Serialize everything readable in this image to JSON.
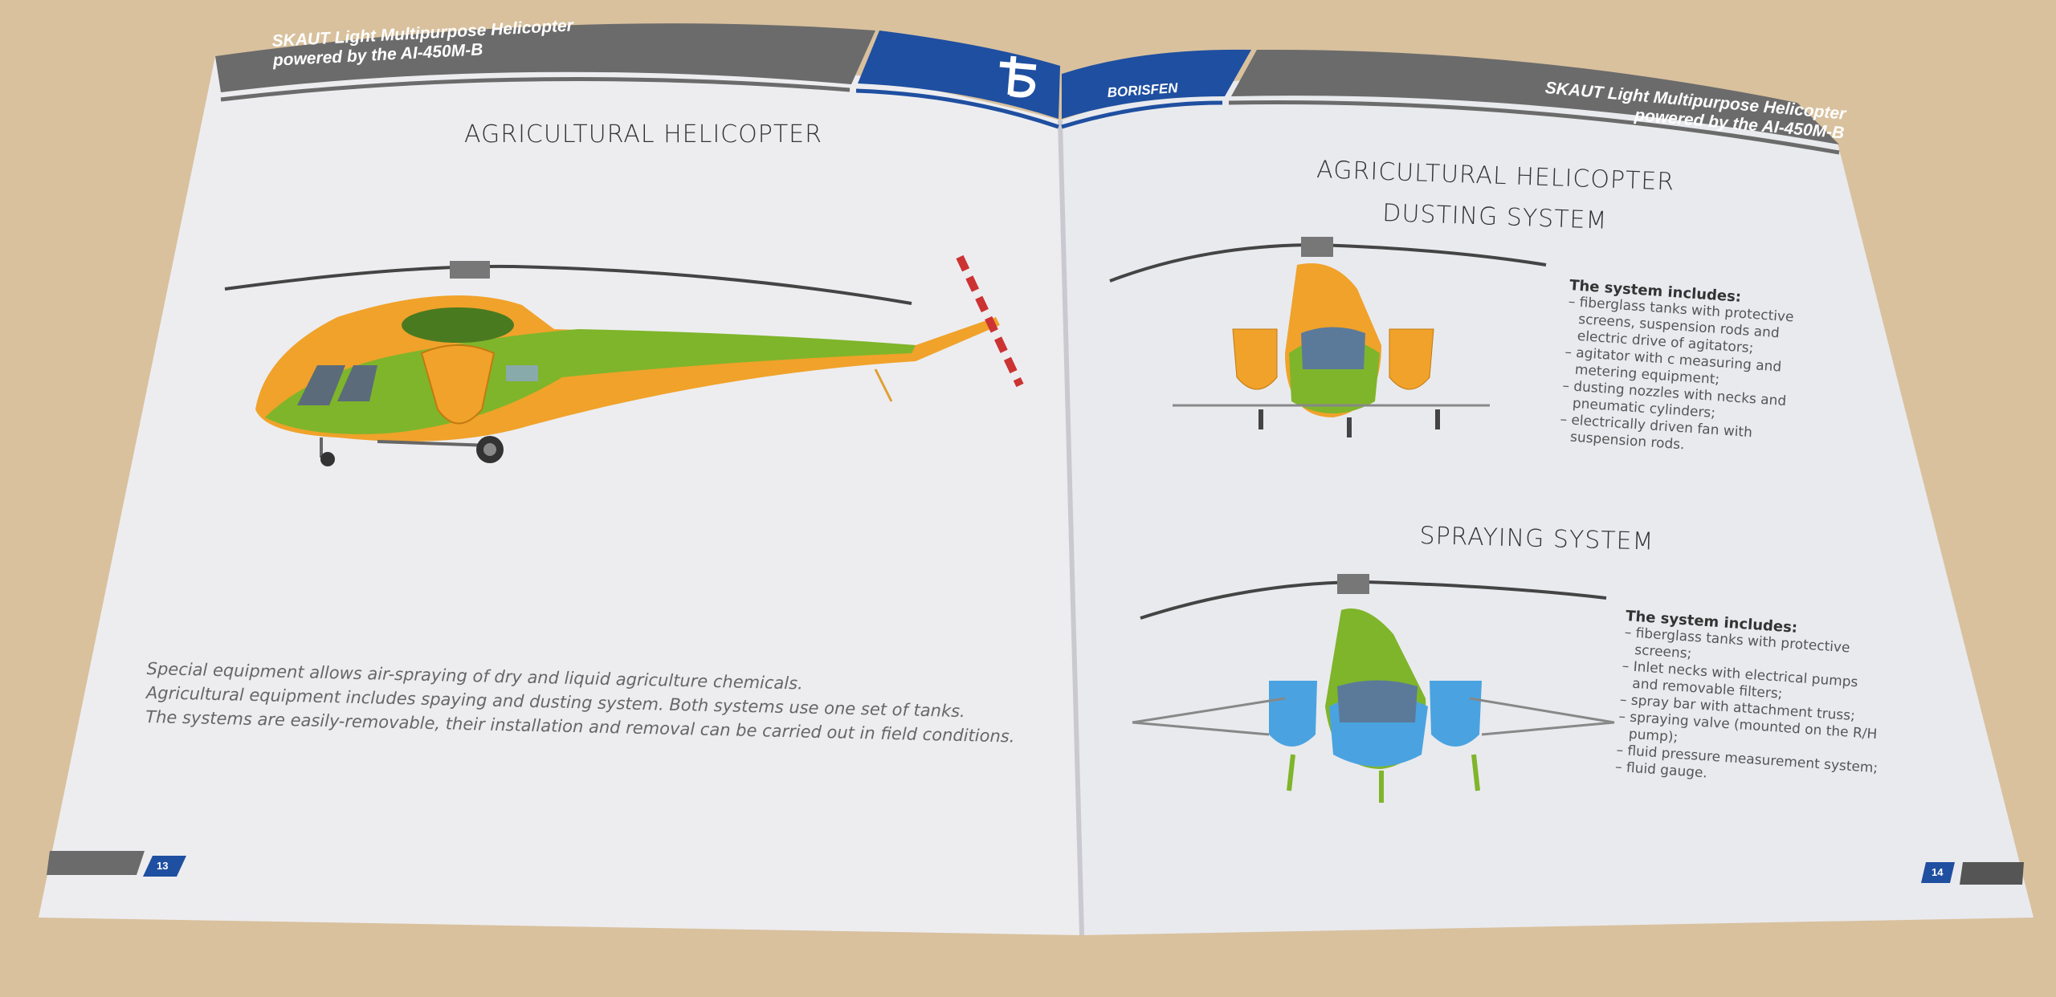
{
  "left_page": {
    "header_line1": "SKAUT Light Multipurpose Helicopter",
    "header_line2": "powered by the AI-450M-B",
    "title": "AGRICULTURAL HELICOPTER",
    "paragraph": [
      "Special equipment allows air-spraying of dry and liquid agriculture chemicals.",
      "Agricultural equipment includes spaying and dusting system. Both systems use one set of tanks.",
      "The systems are easily-removable, their installation and removal can be carried out in field conditions."
    ],
    "page_number": "13"
  },
  "right_page": {
    "brand": "BORISFEN",
    "header_line1": "SKAUT Light Multipurpose Helicopter",
    "header_line2": "powered by the AI-450M-B",
    "title_line1": "AGRICULTURAL HELICOPTER",
    "title_line2": "DUSTING SYSTEM",
    "dusting": {
      "heading": "The system includes:",
      "items": [
        "– fiberglass tanks with protective screens, suspension rods and electric drive of agitators;",
        "– agitator with c measuring and metering equipment;",
        "– dusting nozzles with necks and pneumatic cylinders;",
        "– electrically driven fan with suspension rods."
      ]
    },
    "spraying_title": "SPRAYING SYSTEM",
    "spraying": {
      "heading": "The system includes:",
      "items": [
        "– fiberglass tanks with protective screens;",
        "– Inlet necks with electrical pumps and removable filters;",
        "– spray bar with attachment truss;",
        "– spraying valve (mounted on the R/H pump);",
        "– fluid pressure measurement system;",
        "– fluid gauge."
      ]
    },
    "page_number": "14"
  },
  "colors": {
    "brand_blue": "#1f4fa0",
    "header_gray": "#6b6b6b",
    "orange": "#f0a22a",
    "green": "#7fb52a",
    "blue_tank": "#4aa3e0"
  }
}
